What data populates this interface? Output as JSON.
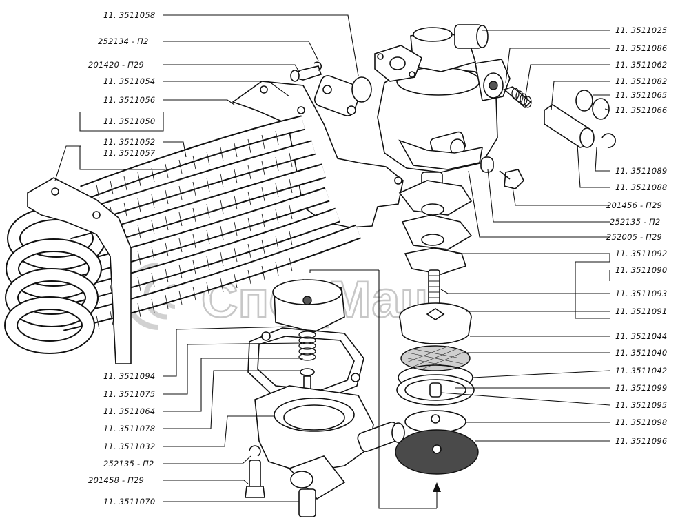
{
  "watermark": {
    "text": "СпецМаш",
    "logo": "spetsmash-logo-icon"
  },
  "labels_left": [
    "11. 3511058",
    "252134 - П2",
    "201420 - П29",
    "11. 3511054",
    "11. 3511056",
    "11. 3511050",
    "11. 3511052",
    "11. 3511057",
    "11. 3511094",
    "11. 3511075",
    "11. 3511064",
    "11. 3511078",
    "11. 3511032",
    "252135 - П2",
    "201458 - П29",
    "11. 3511070"
  ],
  "labels_right": [
    "11. 3511025",
    "11. 3511086",
    "11. 3511062",
    "11. 3511082",
    "11. 3511065",
    "11. 3511066",
    "11. 3511089",
    "11. 3511088",
    "201456 - П29",
    "252135 - П2",
    "252005 - П29",
    "11. 3511092",
    "11. 3511090",
    "11. 3511093",
    "11. 3511091",
    "11. 3511044",
    "11. 3511040",
    "11. 3511042",
    "11. 3511099",
    "11. 3511095",
    "11. 3511098",
    "11. 3511096"
  ]
}
